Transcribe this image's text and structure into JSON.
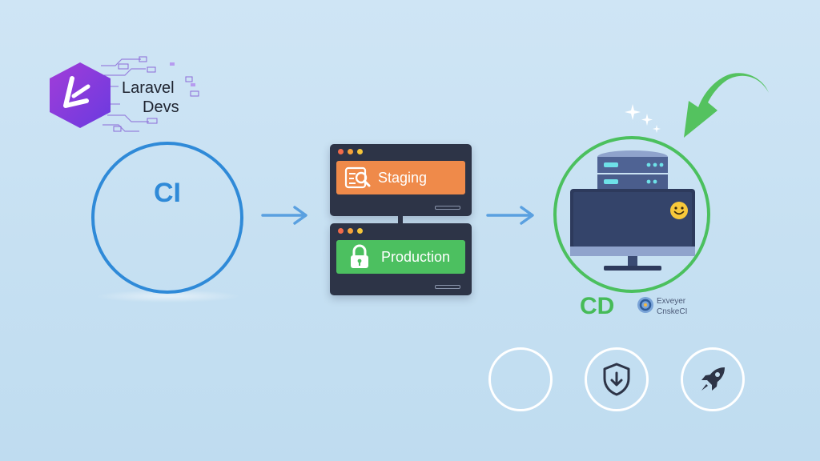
{
  "logo": {
    "line1": "Laravel",
    "line2": "Devs",
    "brand_color": "#7b3fe0"
  },
  "ci": {
    "label": "CI",
    "color": "#2f8ad8"
  },
  "environments": {
    "staging": {
      "label": "Staging",
      "color": "#ef8a4a",
      "icon": "search-document-icon"
    },
    "production": {
      "label": "Production",
      "color": "#4cc060",
      "icon": "padlock-icon"
    }
  },
  "cd": {
    "label": "CD",
    "color": "#46bb58",
    "badge_line1": "Exveyer",
    "badge_line2": "CnskeCI",
    "icons": [
      "server-stack-icon",
      "monitor-icon",
      "smiley-face-icon",
      "sparkle-icon",
      "green-curved-arrow-icon"
    ]
  },
  "bottom_actions": [
    {
      "icon": "empty-circle-icon"
    },
    {
      "icon": "shield-download-icon"
    },
    {
      "icon": "rocket-icon"
    }
  ]
}
